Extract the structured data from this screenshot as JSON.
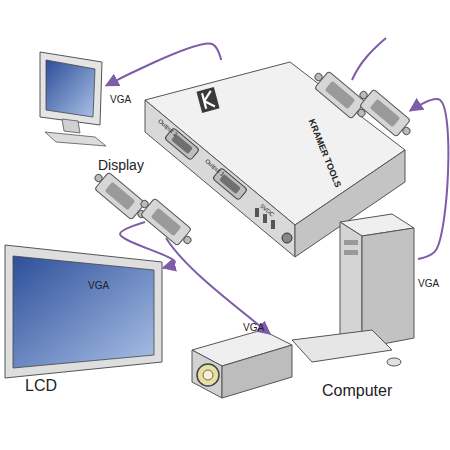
{
  "diagram": {
    "nodes": [
      {
        "text": [
          "Display"
        ]
      },
      {
        "text": [
          "KRAMER TOOLS",
          "Output 2",
          "Output 1",
          "5VDC"
        ]
      },
      {
        "text": [
          "LCD"
        ]
      },
      {
        "text": [
          "Computer"
        ]
      }
    ],
    "edges": [
      {
        "from": 1,
        "to": 0,
        "label": "VGA",
        "arrow": "to"
      },
      {
        "from": 1,
        "to": 2,
        "label": "VGA",
        "arrow": "to"
      },
      {
        "from": 3,
        "to": 1,
        "label": "VGA",
        "arrow": "to"
      }
    ],
    "labels": [
      "VGA"
    ]
  }
}
